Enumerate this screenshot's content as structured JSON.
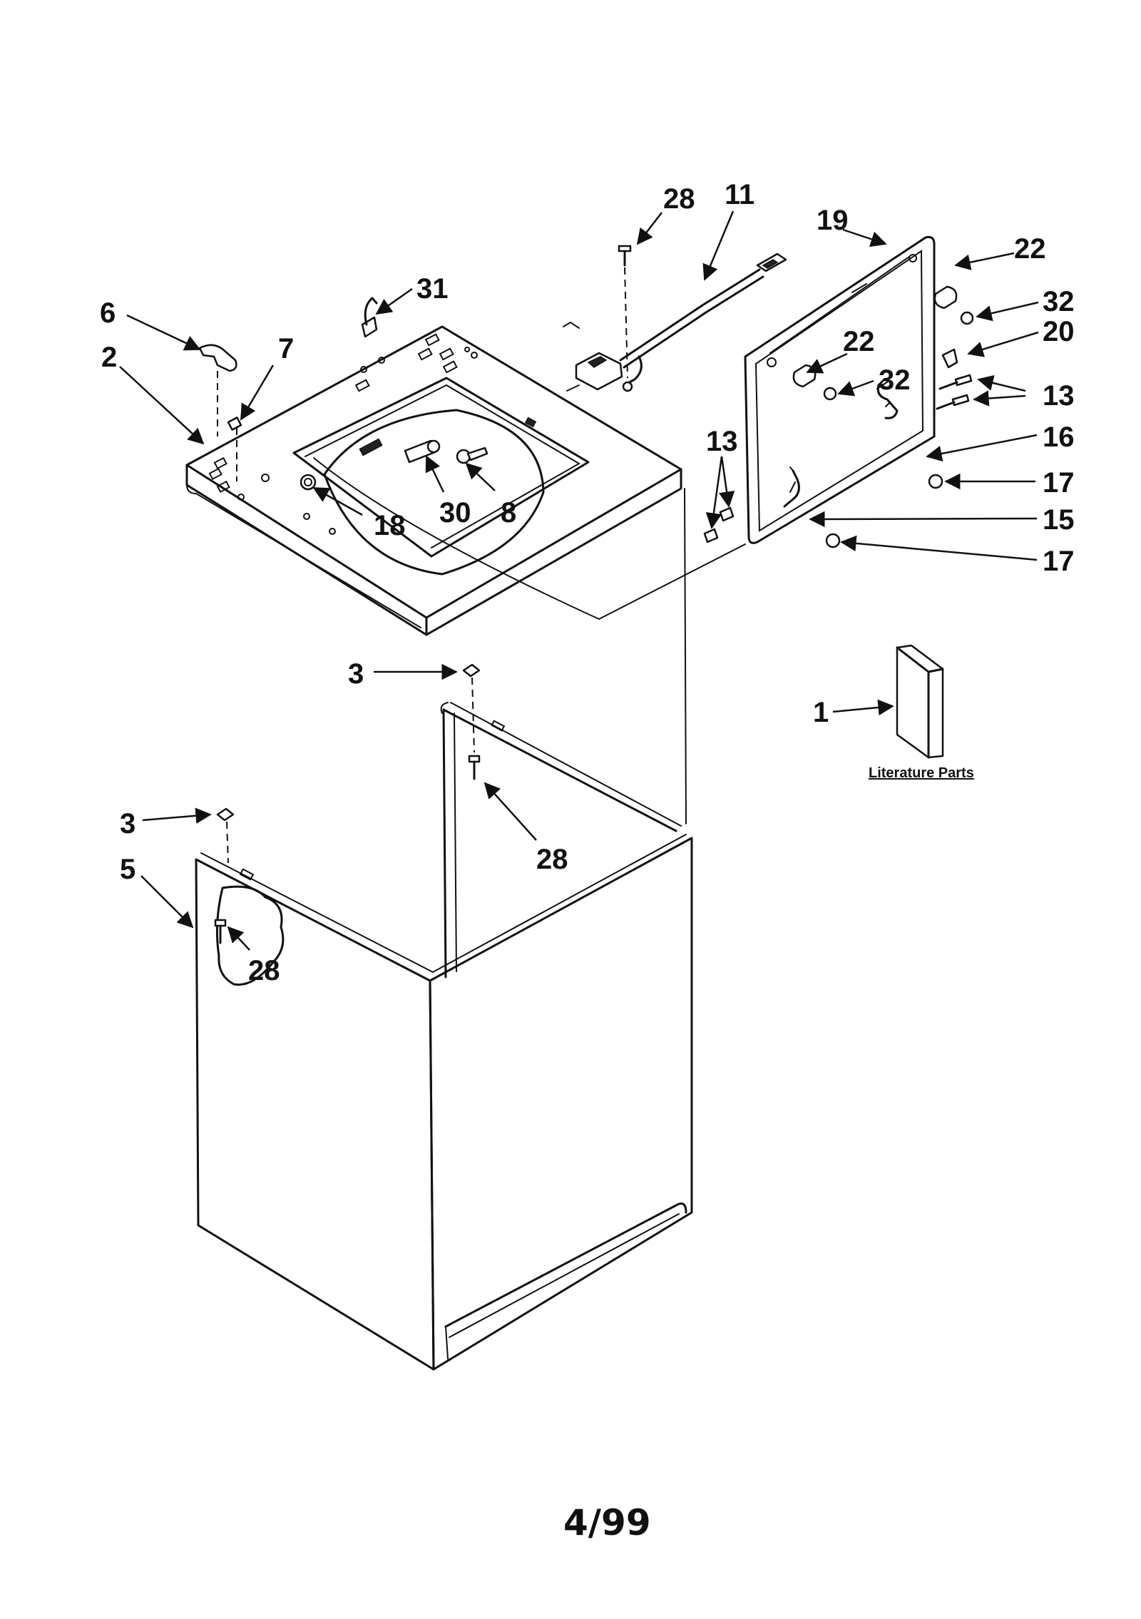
{
  "labels": {
    "l28a": "28",
    "l11": "11",
    "l19": "19",
    "l31": "31",
    "l6": "6",
    "l2": "2",
    "l7": "7",
    "l22a": "22",
    "l32a": "32",
    "l20": "20",
    "l22b": "22",
    "l32b": "32",
    "l13a": "13",
    "l13b": "13",
    "l16": "16",
    "l17a": "17",
    "l15": "15",
    "l17b": "17",
    "l18": "18",
    "l30": "30",
    "l8": "8",
    "l3a": "3",
    "l3b": "3",
    "l1": "1",
    "l5": "5",
    "l28b": "28",
    "l28c": "28"
  },
  "literature_caption": "Literature Parts",
  "footer_date": "4/99"
}
